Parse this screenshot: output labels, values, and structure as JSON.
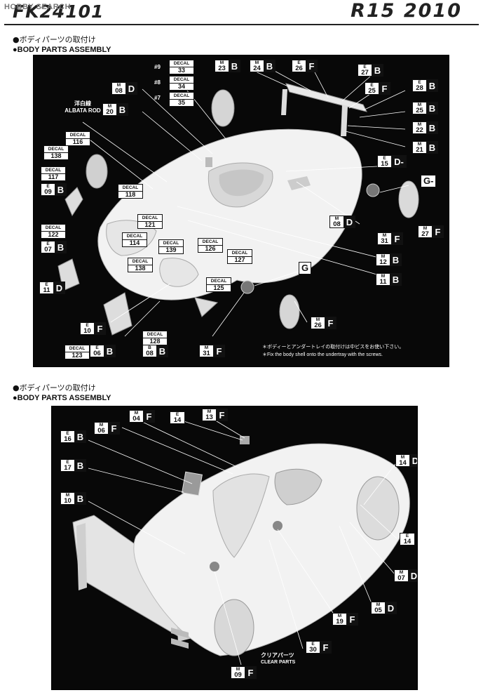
{
  "header": {
    "watermark": "HOBBY SEARCH",
    "model_code": "FK24101",
    "model_title": "R15 2010"
  },
  "sections": [
    {
      "heading_jp": "●ボディパーツの取付け",
      "heading_en": "●BODY PARTS ASSEMBLY"
    },
    {
      "heading_jp": "●ボディパーツの取付け",
      "heading_en": "●BODY PARTS ASSEMBLY"
    }
  ],
  "panel1": {
    "decal_keyword": "DECAL",
    "number_markers": [
      "#9",
      "#8",
      "#7"
    ],
    "decals": [
      "33",
      "34",
      "35",
      "116",
      "138",
      "117",
      "118",
      "121",
      "122",
      "114",
      "139",
      "126",
      "127",
      "138",
      "125",
      "128",
      "123"
    ],
    "callouts": [
      {
        "part": "M",
        "num": "23",
        "grp": "B"
      },
      {
        "part": "M",
        "num": "24",
        "grp": "B"
      },
      {
        "part": "E",
        "num": "26",
        "grp": "F"
      },
      {
        "part": "E",
        "num": "27",
        "grp": "B"
      },
      {
        "part": "E",
        "num": "25",
        "grp": "F"
      },
      {
        "part": "E",
        "num": "28",
        "grp": "B"
      },
      {
        "part": "M",
        "num": "25",
        "grp": "B"
      },
      {
        "part": "M",
        "num": "22",
        "grp": "B"
      },
      {
        "part": "M",
        "num": "21",
        "grp": "B"
      },
      {
        "part": "M",
        "num": "08",
        "grp": "D"
      },
      {
        "part": "M",
        "num": "20",
        "grp": "B"
      },
      {
        "part": "E",
        "num": "15",
        "grp": "D-"
      },
      {
        "part": "E",
        "num": "09",
        "grp": "B"
      },
      {
        "part": "M",
        "num": "08",
        "grp": "D"
      },
      {
        "part": "E",
        "num": "07",
        "grp": "B"
      },
      {
        "part": "M",
        "num": "31",
        "grp": "F"
      },
      {
        "part": "M",
        "num": "27",
        "grp": "F"
      },
      {
        "part": "M",
        "num": "12",
        "grp": "B"
      },
      {
        "part": "M",
        "num": "11",
        "grp": "B"
      },
      {
        "part": "E",
        "num": "11",
        "grp": "D"
      },
      {
        "part": "M",
        "num": "26",
        "grp": "F"
      },
      {
        "part": "E",
        "num": "10",
        "grp": "F"
      },
      {
        "part": "E",
        "num": "06",
        "grp": "B"
      },
      {
        "part": "B",
        "num": "08",
        "grp": "B"
      },
      {
        "part": "M",
        "num": "31",
        "grp": "F"
      }
    ],
    "tags": [
      "G-",
      "G"
    ],
    "albata_label_jp": "洋白線",
    "albata_label_en": "ALBATA ROD",
    "note_jp": "＊ボディーとアンダートレイの取付けは中ビスをお使い下さい。",
    "note_en": "＊Fix the body shell onto the undertray with the screws."
  },
  "panel2": {
    "callouts": [
      {
        "part": "M",
        "num": "04",
        "grp": "F"
      },
      {
        "part": "E",
        "num": "14",
        "grp": ""
      },
      {
        "part": "M",
        "num": "13",
        "grp": "F"
      },
      {
        "part": "M",
        "num": "06",
        "grp": "F"
      },
      {
        "part": "E",
        "num": "16",
        "grp": "B"
      },
      {
        "part": "E",
        "num": "17",
        "grp": "B"
      },
      {
        "part": "M",
        "num": "10",
        "grp": "B"
      },
      {
        "part": "M",
        "num": "14",
        "grp": "D"
      },
      {
        "part": "E",
        "num": "14",
        "grp": ""
      },
      {
        "part": "M",
        "num": "07",
        "grp": "D"
      },
      {
        "part": "M",
        "num": "05",
        "grp": "D"
      },
      {
        "part": "M",
        "num": "19",
        "grp": "F"
      },
      {
        "part": "E",
        "num": "30",
        "grp": "F"
      },
      {
        "part": "M",
        "num": "09",
        "grp": "F"
      }
    ],
    "clear_label_jp": "クリアパーツ",
    "clear_label_en": "CLEAR PARTS"
  }
}
